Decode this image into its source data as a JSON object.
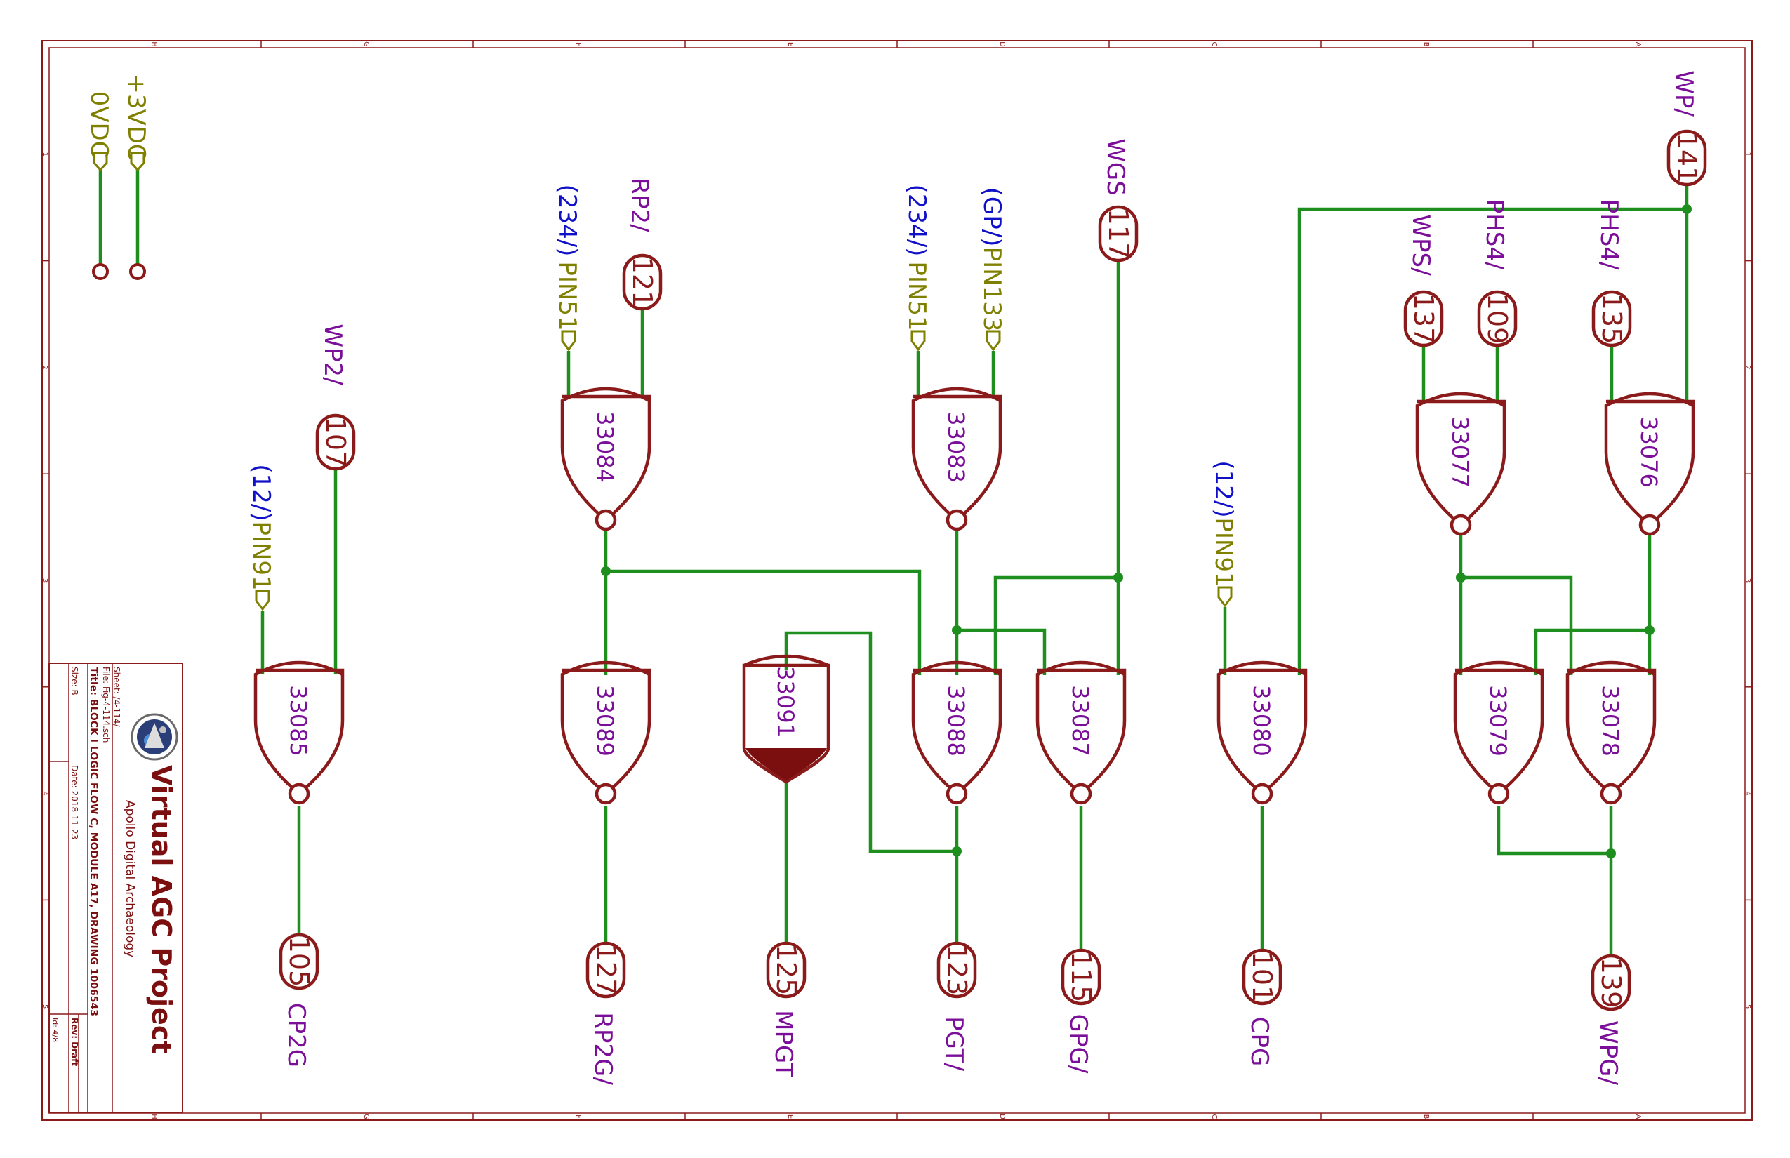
{
  "title_block": {
    "project": "Virtual AGC Project",
    "org": "Apollo Digital Archaeology",
    "sheet": "Sheet: /4-114/",
    "file": "File: Fig-4-114.sch",
    "title": "Title: BLOCK I LOGIC FLOW C, MODULE A17, DRAWING 1006543",
    "size": "Size: B",
    "date": "Date: 2018-11-23",
    "rev": "Rev: Draft",
    "id": "Id: 4/8"
  },
  "power": {
    "plus": "+3VDC",
    "zero": "0VDC"
  },
  "frame": {
    "letters": [
      "H",
      "G",
      "F",
      "E",
      "D",
      "C",
      "B",
      "A"
    ],
    "numbers": [
      "1",
      "2",
      "3",
      "4",
      "5"
    ]
  },
  "gates": [
    {
      "id": "33085"
    },
    {
      "id": "33084"
    },
    {
      "id": "33089"
    },
    {
      "id": "33091"
    },
    {
      "id": "33083"
    },
    {
      "id": "33088"
    },
    {
      "id": "33087"
    },
    {
      "id": "33080"
    },
    {
      "id": "33077"
    },
    {
      "id": "33076"
    },
    {
      "id": "33079"
    },
    {
      "id": "33078"
    }
  ],
  "pins": [
    {
      "num": "107",
      "label": "WP2/"
    },
    {
      "num": "121",
      "label": "RP2/"
    },
    {
      "num": "117",
      "label": "WGS"
    },
    {
      "num": "141",
      "label": "WP/"
    },
    {
      "num": "137",
      "label": "WPS/"
    },
    {
      "num": "109",
      "label": "PHS4/"
    },
    {
      "num": "135",
      "label": "PHS4/"
    },
    {
      "num": "105",
      "label": "CP2G"
    },
    {
      "num": "127",
      "label": "RP2G/"
    },
    {
      "num": "125",
      "label": "MPGT"
    },
    {
      "num": "123",
      "label": "PGT/"
    },
    {
      "num": "115",
      "label": "GPG/"
    },
    {
      "num": "101",
      "label": "CPG"
    },
    {
      "num": "139",
      "label": "WPG/"
    }
  ],
  "refs": [
    {
      "paren": "(12/)",
      "pin": "PIN91"
    },
    {
      "paren": "(234/)",
      "pin": "PIN51"
    },
    {
      "paren": "(234/)",
      "pin": "PIN51"
    },
    {
      "paren": "(GP/)",
      "pin": "PIN133"
    },
    {
      "paren": "(12/)",
      "pin": "PIN91"
    }
  ]
}
